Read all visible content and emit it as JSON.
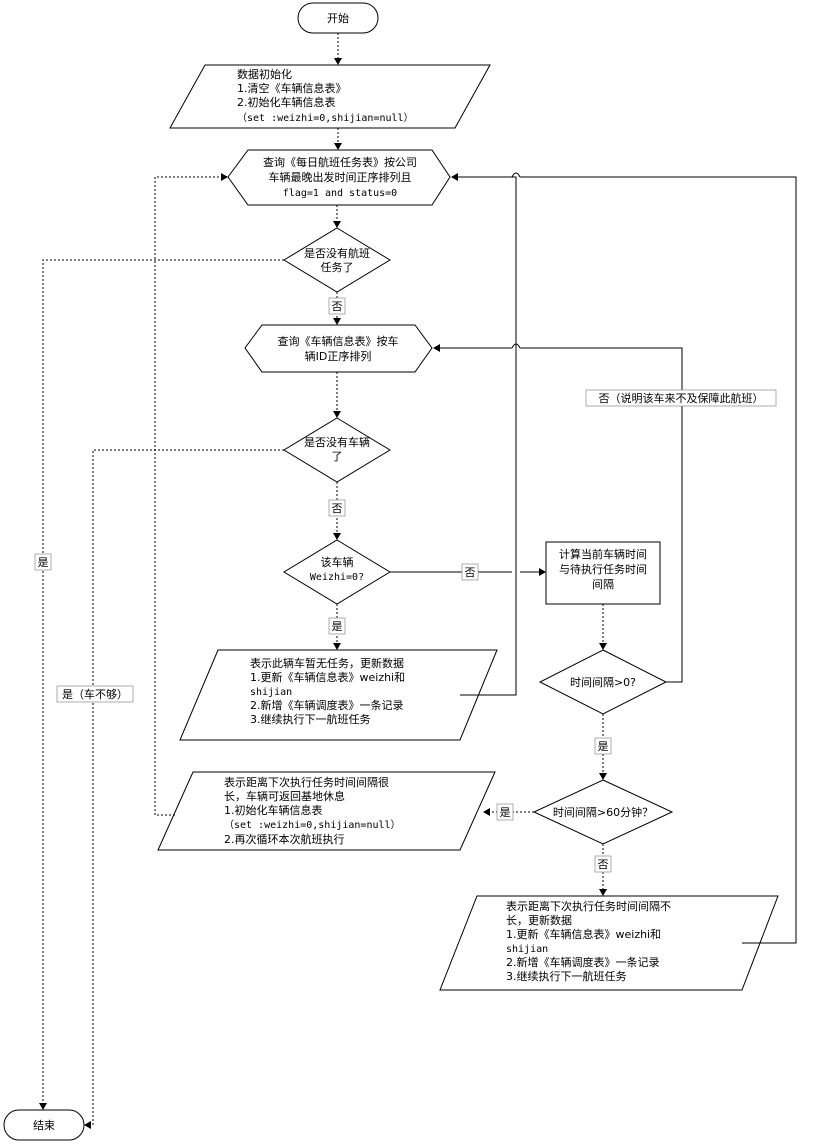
{
  "nodes": {
    "start": "开始",
    "init": [
      "数据初始化",
      "1.清空《车辆信息表》",
      "2.初始化车辆信息表",
      "（set :weizhi=0,shijian=null）"
    ],
    "query_flights": [
      "查询《每日航班任务表》按公司",
      "车辆最晚出发时间正序排列且",
      "flag=1 and status=0"
    ],
    "no_flights": [
      "是否没有航班",
      "任务了"
    ],
    "query_vehicles": [
      "查询《车辆信息表》按车",
      "辆ID正序排列"
    ],
    "no_vehicles": [
      "是否没有车辆",
      "了"
    ],
    "weizhi_check": [
      "该车辆",
      "Weizhi=0?"
    ],
    "calc_interval": [
      "计算当前车辆时间",
      "与待执行任务时间",
      "间隔"
    ],
    "idle_update": [
      "表示此辆车暂无任务，更新数据",
      "1.更新《车辆信息表》weizhi和",
      "shijian",
      "2.新增《车辆调度表》一条记录",
      "3.继续执行下一航班任务"
    ],
    "interval_positive": "时间间隔>0?",
    "interval_60": "时间间隔>60分钟？",
    "long_interval": [
      "表示距离下次执行任务时间间隔很",
      "长，车辆可返回基地休息",
      "1.初始化车辆信息表",
      "（set :weizhi=0,shijian=null）",
      "2.再次循环本次航班执行"
    ],
    "short_interval": [
      "表示距离下次执行任务时间间隔不",
      "长，更新数据",
      "1.更新《车辆信息表》weizhi和",
      "shijian",
      "2.新增《车辆调度表》一条记录",
      "3.继续执行下一航班任务"
    ],
    "end": "结束"
  },
  "edge_labels": {
    "no_1": "否",
    "no_2": "否",
    "no_3": "否",
    "yes_1": "是",
    "yes_2": "是",
    "yes_3": "是",
    "no_3b": "否",
    "yes_end": "是",
    "yes_no_car": "是（车不够）",
    "no_cannot": "否（说明该车来不及保障此航班）"
  }
}
